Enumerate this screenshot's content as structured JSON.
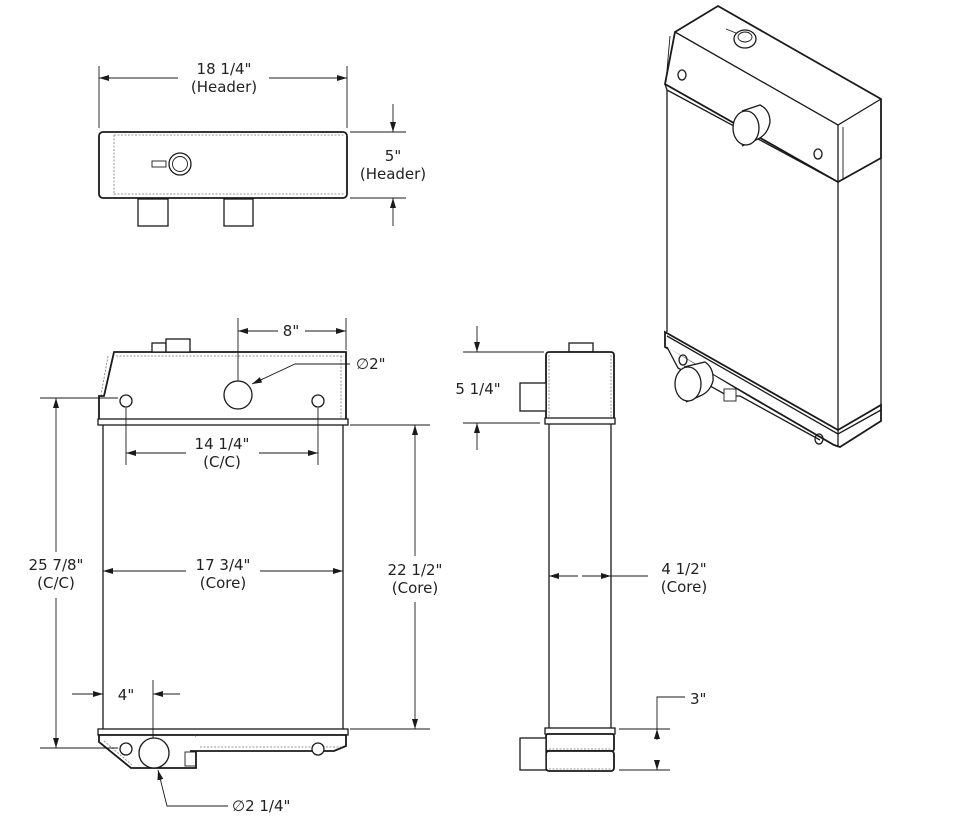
{
  "drawing": {
    "subject": "Radiator",
    "views": [
      "top-view",
      "front-view",
      "side-view",
      "isometric-view"
    ],
    "line_color": "#1a1a1a",
    "background": "#ffffff"
  },
  "top_view": {
    "header_width": {
      "value": "18 1/4\"",
      "note": "(Header)"
    },
    "header_depth": {
      "value": "5\"",
      "note": "(Header)"
    }
  },
  "front_view": {
    "inlet_offset": {
      "value": "8\""
    },
    "inlet_diameter": {
      "value": "∅2\""
    },
    "mount_holes_top": {
      "value": "14 1/4\"",
      "note": "(C/C)"
    },
    "mount_holes_vertical": {
      "value": "25 7/8\"",
      "note": "(C/C)"
    },
    "core_width": {
      "value": "17 3/4\"",
      "note": "(Core)"
    },
    "core_height": {
      "value": "22 1/2\"",
      "note": "(Core)"
    },
    "outlet_offset": {
      "value": "4\""
    },
    "outlet_diameter": {
      "value": "∅2 1/4\""
    }
  },
  "side_view": {
    "header_height": {
      "value": "5 1/4\""
    },
    "core_depth": {
      "value": "4 1/2\"",
      "note": "(Core)"
    },
    "bottom_tank_height": {
      "value": "3\""
    }
  }
}
